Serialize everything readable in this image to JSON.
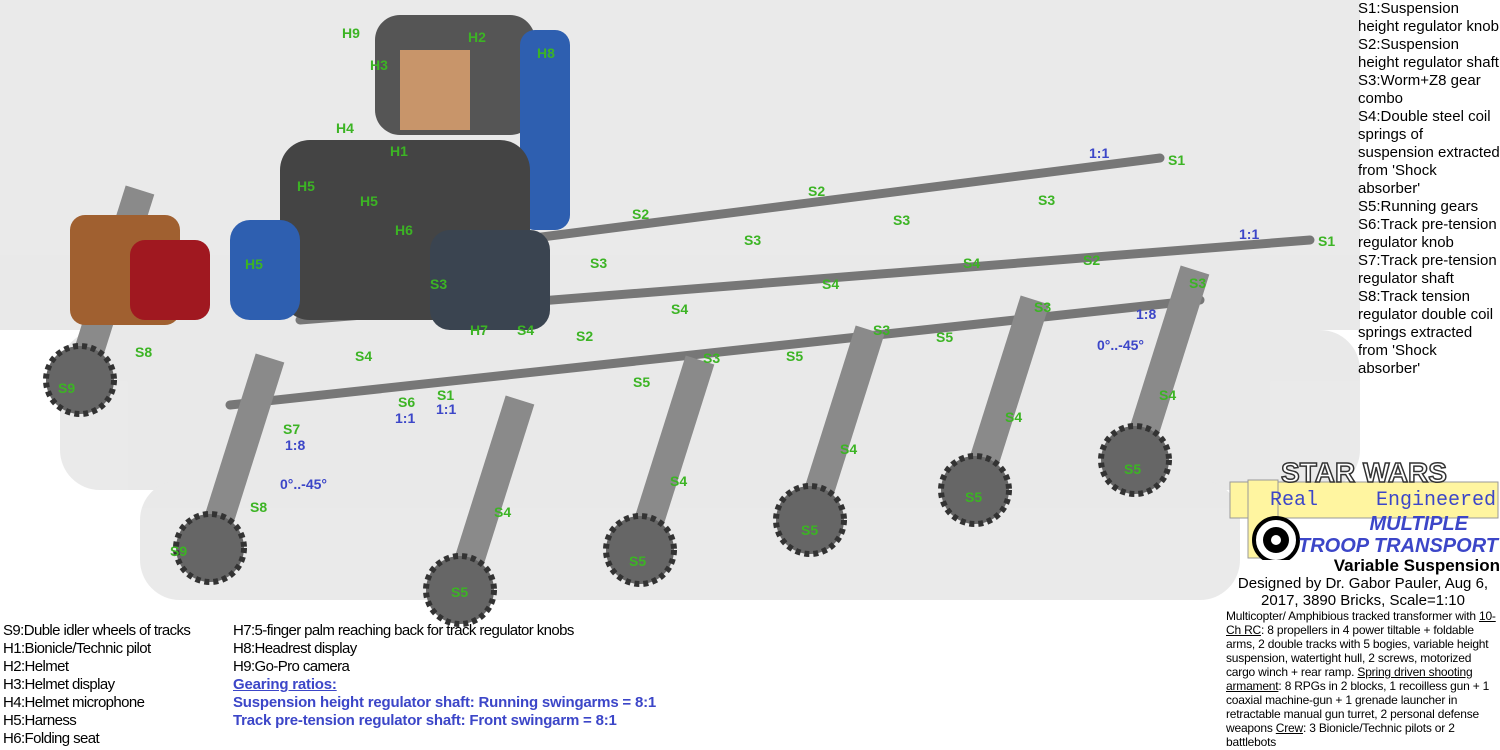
{
  "labels": [
    "H9",
    "H2",
    "H8",
    "H3",
    "H4",
    "H1",
    "H5",
    "H5",
    "H6",
    "H5",
    "H7",
    "S8",
    "S9",
    "S4",
    "S2",
    "S2",
    "S2",
    "S2",
    "S3",
    "S3",
    "S3",
    "S3",
    "S3",
    "S3",
    "S3",
    "S3",
    "S3",
    "S4",
    "S4",
    "S4",
    "S4",
    "S4",
    "S4",
    "S4",
    "S4",
    "S4",
    "S8",
    "S5",
    "S5",
    "S5",
    "S5",
    "S5",
    "S5",
    "S5",
    "S5",
    "S9",
    "S1",
    "S1",
    "S1",
    "S6",
    "S7",
    "1:1",
    "1:1",
    "1:1",
    "1:1",
    "1:8",
    "1:8",
    "0°..-45°",
    "0°..-45°"
  ],
  "legend_right": [
    "S1:Suspension height regulator knob",
    "S2:Suspension height regulator shaft",
    "S3:Worm+Z8 gear combo",
    "S4:Double steel coil springs of suspension extracted from 'Shock absorber'",
    "S5:Running gears",
    "S6:Track pre-tension regulator knob",
    "S7:Track pre-tension regulator shaft",
    "S8:Track tension regulator double coil springs extracted from 'Shock absorber'"
  ],
  "legend_bottom_col1": [
    "S9:Duble idler wheels of tracks",
    "H1:Bionicle/Technic pilot",
    "H2:Helmet",
    "H3:Helmet display",
    "H4:Helmet microphone",
    "H5:Harness",
    "H6:Folding seat"
  ],
  "legend_bottom_col2": [
    "H7:5-finger palm reaching back for track regulator knobs",
    "H8:Headrest display",
    "H9:Go-Pro camera"
  ],
  "gearing": {
    "title": "Gearing ratios:",
    "lines": [
      "Suspension height regulator shaft: Running swingarms = 8:1",
      "Track pre-tension regulator shaft: Front swingarm = 8:1"
    ]
  },
  "logo": {
    "star_wars": "STAR WARS",
    "real": "Real",
    "engineered": "Engineered",
    "line1": "MULTIPLE",
    "line2": "TROOP TRANSPORT"
  },
  "credits": {
    "subtitle": "Variable Suspension",
    "designed": "Designed by Dr. Gabor Pauler, Aug 6, 2017, 3890 Bricks, Scale=1:10",
    "desc_a": "Multicopter/ Amphibious tracked transformer with ",
    "desc_rc": "10-Ch RC",
    "desc_b": ": 8 propellers in 4 power tiltable + foldable arms, 2 double tracks with 5 bogies, variable height suspension, watertight hull, 2 screws, motorized cargo winch + rear ramp.",
    "arm_title": "Spring driven shooting armament",
    "arm_text": ": 8 RPGs in 2 blocks, 1 recoilless gun + 1 coaxial machine-gun + 1 grenade launcher in retractable manual gun turret, 2 personal defense weapons",
    "crew_title": "Crew",
    "crew_text": ": 3 Bionicle/Technic pilots or 2 battlebots"
  },
  "colors": {
    "label_green": "#3cb424",
    "label_blue": "#3c46c8",
    "logo_yellow": "#fff5a0"
  }
}
